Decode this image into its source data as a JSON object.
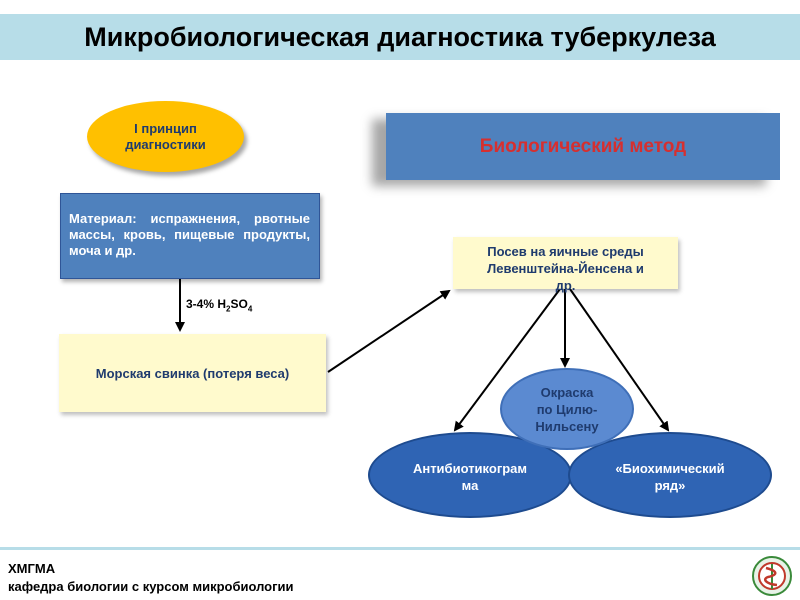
{
  "title": "Микробиологическая диагностика туберкулеза",
  "principle": {
    "line1": "I  принцип",
    "line2": "диагностики"
  },
  "method": "Биологический метод",
  "material": "Материал: испражнения, рвотные массы, кровь, пищевые продукты, моча и др.",
  "reagent": {
    "prefix": "3-4% H",
    "sub1": "2",
    "mid": "SO",
    "sub2": "4"
  },
  "guinea_pig": "Морская свинка (потеря веса)",
  "culture": {
    "line1": "Посев на яичные среды",
    "line2": "Левенштейна-Йенсена и",
    "line3": "др."
  },
  "stain": {
    "line1": "Окраска",
    "line2": "по Цилю-",
    "line3": "Нильсену"
  },
  "antibiogram": {
    "line1": "Антибиотикограм",
    "line2": "ма"
  },
  "biochem": {
    "line1": "«Биохимический",
    "line2": "ряд»"
  },
  "footer": {
    "line1": "ХМГМА",
    "line2": "кафедра биологии с курсом микробиологии"
  },
  "colors": {
    "title_bg": "#b7dde8",
    "principle": "#ffc000",
    "box_blue": "#4f81bd",
    "method_text": "#d62f2f",
    "pale_yellow": "#fffacd",
    "ellipse_blue": "#2f64b4"
  },
  "logo_icon": "medical-emblem-icon"
}
